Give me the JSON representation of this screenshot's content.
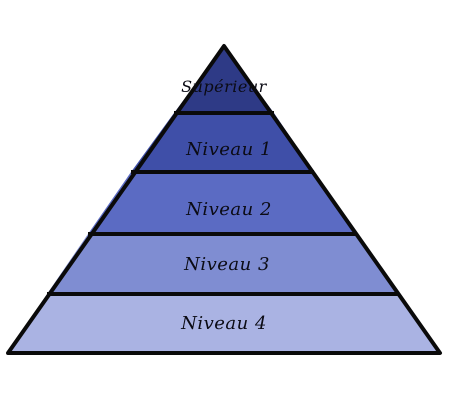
{
  "diagram": {
    "type": "pyramid",
    "outline_color": "#0a0a0a",
    "tiers": [
      {
        "label": "Supérieur",
        "color": "#2e3a86"
      },
      {
        "label": "Niveau 1",
        "color": "#3f4fa8"
      },
      {
        "label": "Niveau 2",
        "color": "#5b6bc3"
      },
      {
        "label": "Niveau 3",
        "color": "#7f8dd2"
      },
      {
        "label": "Niveau 4",
        "color": "#aab3e3"
      }
    ]
  }
}
